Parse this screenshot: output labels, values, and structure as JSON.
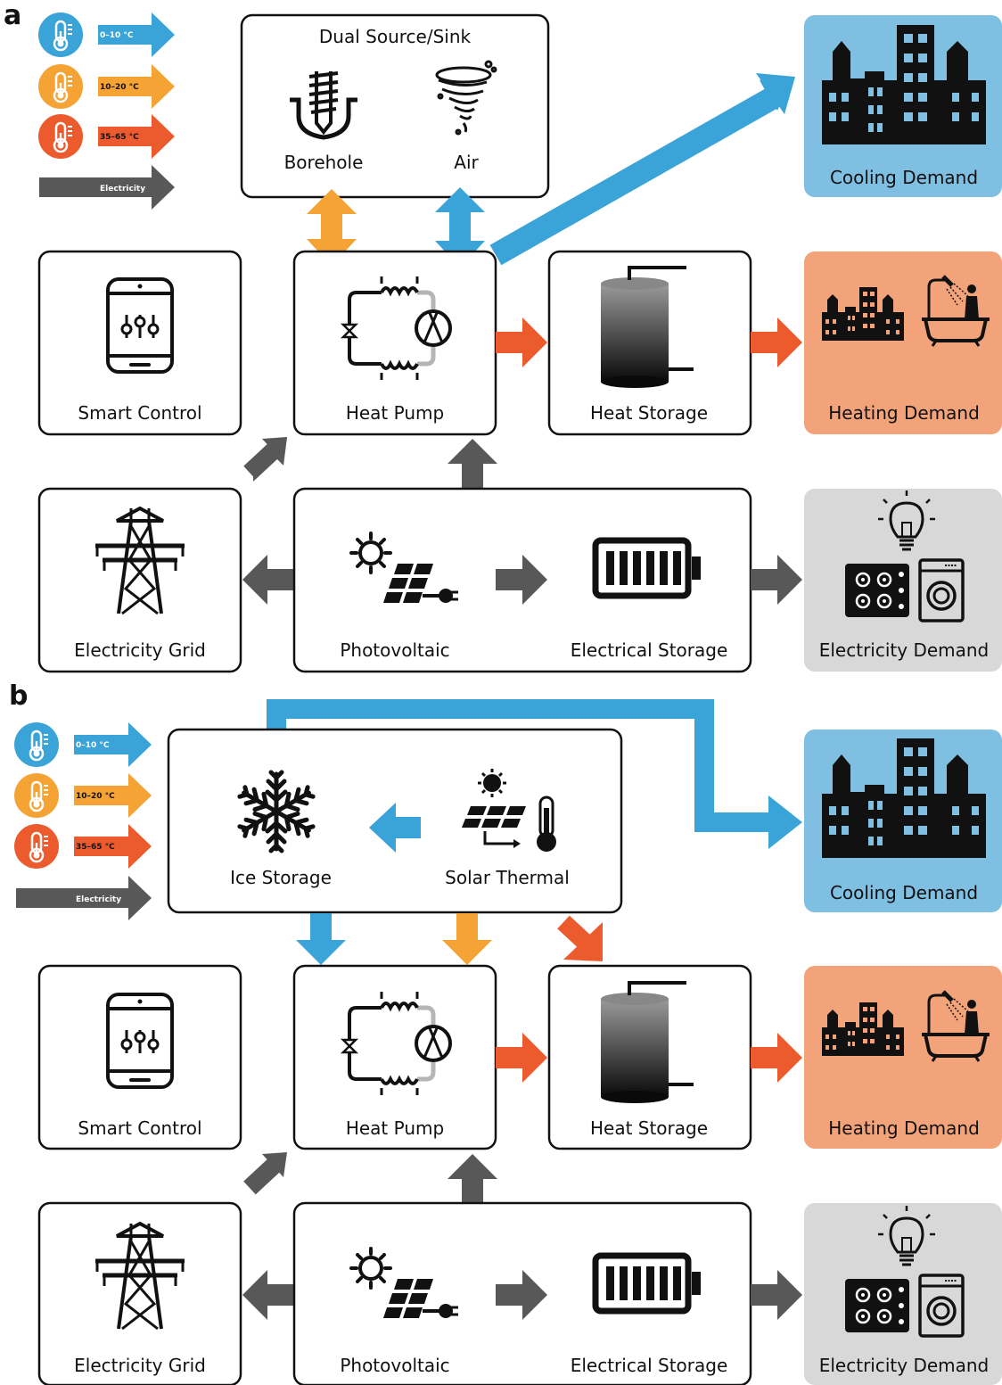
{
  "colors": {
    "cold": "#3AA3D7",
    "mid": "#F5A335",
    "hot": "#EC5B2E",
    "electricity": "#585858",
    "cooling_bg": "#7FBFE2",
    "heating_bg": "#F3A37A",
    "electric_bg": "#D8D8D8"
  },
  "panel_a": {
    "letter": "a",
    "legend": {
      "cold_label": "0–10 °C",
      "mid_label": "10–20 °C",
      "hot_label": "35–65 °C",
      "elec_label": "Electricity"
    },
    "dual_source": {
      "title": "Dual Source/Sink",
      "borehole": "Borehole",
      "air": "Air"
    },
    "cooling_demand": "Cooling Demand",
    "smart_control": "Smart Control",
    "heat_pump": "Heat Pump",
    "heat_storage": "Heat Storage",
    "heating_demand": "Heating Demand",
    "electricity_grid": "Electricity Grid",
    "photovoltaic": "Photovoltaic",
    "electrical_storage": "Electrical Storage",
    "electricity_demand": "Electricity Demand"
  },
  "panel_b": {
    "letter": "b",
    "legend": {
      "cold_label": "0–10 °C",
      "mid_label": "10–20 °C",
      "hot_label": "35–65 °C",
      "elec_label": "Electricity"
    },
    "ice_storage": "Ice Storage",
    "solar_thermal": "Solar Thermal",
    "cooling_demand": "Cooling Demand",
    "smart_control": "Smart Control",
    "heat_pump": "Heat Pump",
    "heat_storage": "Heat Storage",
    "heating_demand": "Heating Demand",
    "electricity_grid": "Electricity Grid",
    "photovoltaic": "Photovoltaic",
    "electrical_storage": "Electrical Storage",
    "electricity_demand": "Electricity Demand"
  }
}
